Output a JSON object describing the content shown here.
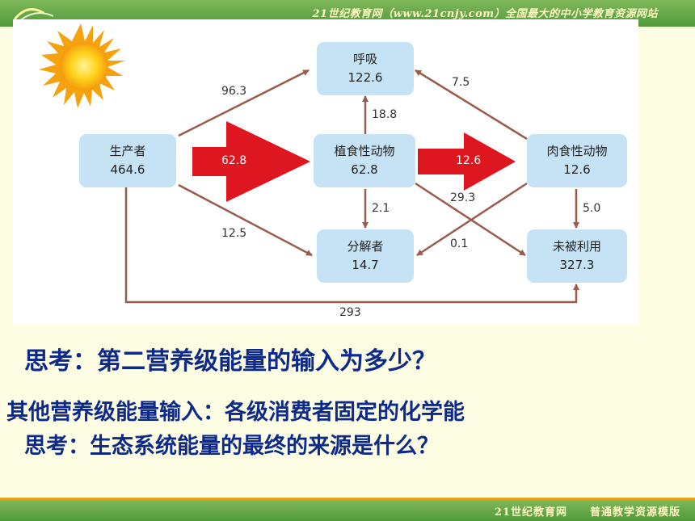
{
  "header": {
    "site_tag": "21世纪教育网（www.21cnjy.com）全国最大的中小学教育资源网站"
  },
  "footer": {
    "tag": "21世纪教育网　　普通教学资源模版"
  },
  "diagram": {
    "nodes": {
      "respiration": {
        "name": "呼吸",
        "value": "122.6"
      },
      "producer": {
        "name": "生产者",
        "value": "464.6"
      },
      "herbivore": {
        "name": "植食性动物",
        "value": "62.8"
      },
      "carnivore": {
        "name": "肉食性动物",
        "value": "12.6"
      },
      "decomposer": {
        "name": "分解者",
        "value": "14.7"
      },
      "unused": {
        "name": "未被利用",
        "value": "327.3"
      }
    },
    "edges": {
      "producer_to_respiration": "96.3",
      "carnivore_to_respiration": "7.5",
      "herbivore_to_respiration": "18.8",
      "producer_to_herbivore": "62.8",
      "herbivore_to_carnivore": "12.6",
      "herbivore_to_unused": "29.3",
      "herbivore_to_decomposer": "2.1",
      "carnivore_to_unused": "5.0",
      "producer_to_decomposer": "12.5",
      "carnivore_to_decomposer": "0.1",
      "producer_to_unused": "293"
    }
  },
  "text": {
    "question1": "思考：第二营养级能量的输入为多少？",
    "statement": "其他营养级能量输入：各级消费者固定的化学能",
    "question2": "思考：生态系统能量的最终的来源是什么？"
  }
}
